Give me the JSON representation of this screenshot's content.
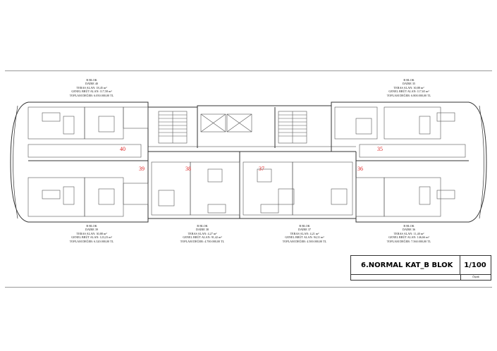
{
  "drawing": {
    "title": "6.NORMAL KAT_B BLOK",
    "scale": "1/100",
    "scale_label": "Ölçek"
  },
  "units": [
    {
      "block": "B BLOK",
      "daire": "DAİRE 40",
      "teras": "TERAS ALAN: 18,45 m²",
      "brut": "GENEL BRÜT ALAN: 117,58 m²",
      "deger": "TOPLAM DEĞER: 6.050.000,00 TL",
      "no": "40"
    },
    {
      "block": "B BLOK",
      "daire": "DAİRE 35",
      "teras": "TERAS ALAN: 30,88 m²",
      "brut": "GENEL BRÜT ALAN: 117,65 m²",
      "deger": "TOPLAM DEĞER: 6.800.000,00 TL",
      "no": "35"
    },
    {
      "block": "B BLOK",
      "daire": "DAİRE 39",
      "teras": "TERAS ALAN: 30,88 m²",
      "brut": "GENEL BRÜT ALAN: 123,23 m²",
      "deger": "TOPLAM DEĞER: 6.320.000,00 TL",
      "no": "39"
    },
    {
      "block": "B BLOK",
      "daire": "DAİRE 38",
      "teras": "TERAS ALAN: 4,27 m²",
      "brut": "GENEL BRÜT ALAN: 91,42 m²",
      "deger": "TOPLAM DEĞER: 4.700.000,00 TL",
      "no": "38"
    },
    {
      "block": "B BLOK",
      "daire": "DAİRE 37",
      "teras": "TERAS ALAN: 4,21 m²",
      "brut": "GENEL BRÜT ALAN: 94,31 m²",
      "deger": "TOPLAM DEĞER: 4.500.000,00 TL",
      "no": "37"
    },
    {
      "block": "B BLOK",
      "daire": "DAİRE 36",
      "teras": "TERAS ALAN: 11,40 m²",
      "brut": "GENEL BRÜT ALAN: 146,66 m²",
      "deger": "TOPLAM DEĞER: 7.560.000,00 TL",
      "no": "36"
    }
  ]
}
